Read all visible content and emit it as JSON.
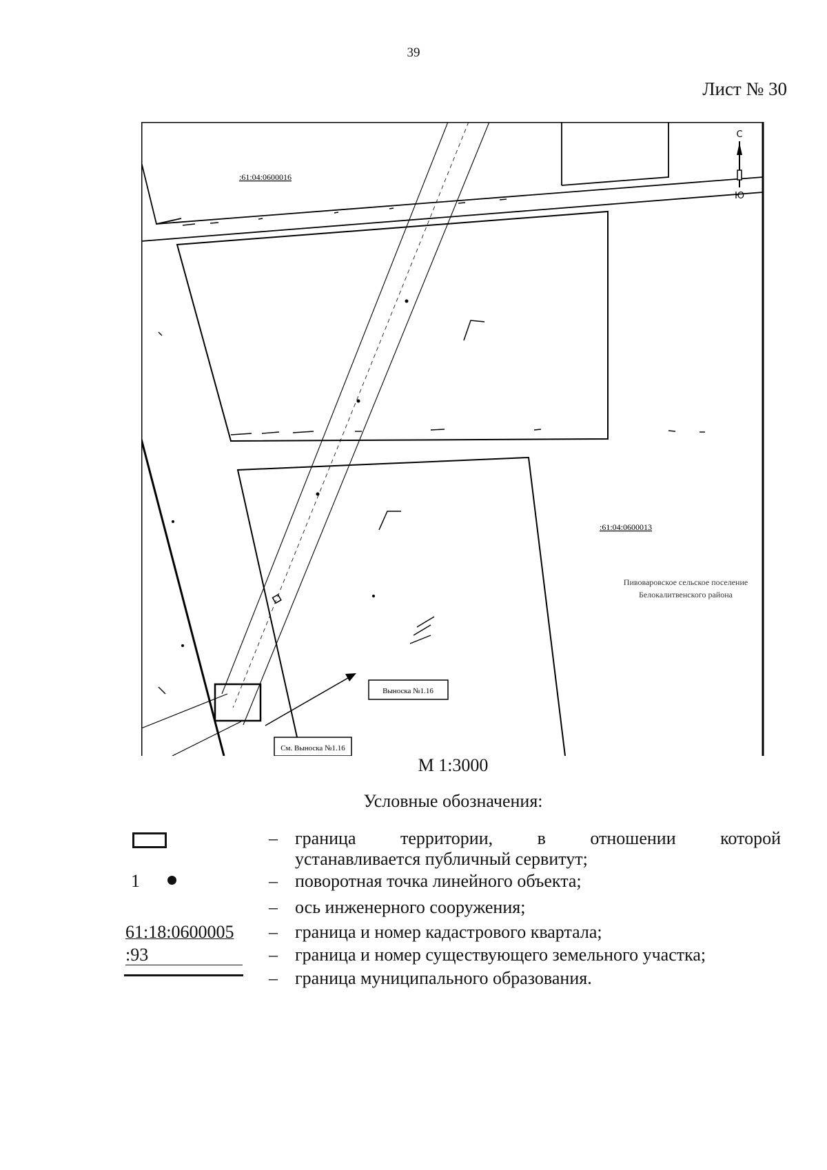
{
  "page_number": "39",
  "sheet_label": "Лист № 30",
  "map": {
    "quarter_label_top": ":61:04:0600016",
    "quarter_label_right": ":61:04:0600013",
    "north_label": "С",
    "south_label": "Ю",
    "callout_label": "Выноска №1.16",
    "see_callout_label": "См. Выноска №1.16",
    "municipal_note_line1": "Пивоваровское сельское поселение",
    "municipal_note_line2": "Белокалитвенского района"
  },
  "scale": "М 1:3000",
  "legend": {
    "title": "Условные обозначения:",
    "dash": "–",
    "items": [
      {
        "text_line1": "граница территории, в отношении которой",
        "text_line2": "устанавливается публичный сервитут;"
      },
      {
        "symbol_label": "1",
        "text": "поворотная точка линейного объекта;"
      },
      {
        "text": "ось инженерного сооружения;"
      },
      {
        "symbol_label": "61:18:0600005",
        "text": "граница и номер кадастрового квартала;"
      },
      {
        "symbol_label": ":93",
        "text": "граница и номер существующего земельного участка;"
      },
      {
        "text": "граница муниципального образования."
      }
    ]
  }
}
